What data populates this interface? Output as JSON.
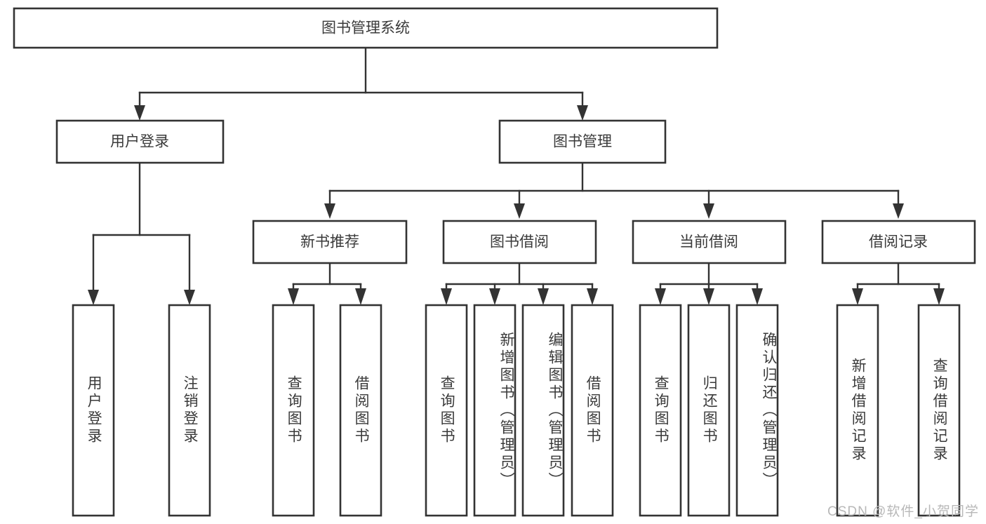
{
  "diagram": {
    "type": "tree-hierarchy",
    "title": "图书管理系统",
    "colors": {
      "box_stroke": "#333333",
      "box_fill": "#ffffff",
      "text": "#3a3a3a",
      "background": "#ffffff",
      "watermark": "#b8b8b8"
    },
    "root": {
      "label": "图书管理系统"
    },
    "level2": [
      {
        "label": "用户登录"
      },
      {
        "label": "图书管理"
      }
    ],
    "level3": [
      {
        "label": "新书推荐"
      },
      {
        "label": "图书借阅"
      },
      {
        "label": "当前借阅"
      },
      {
        "label": "借阅记录"
      }
    ],
    "leaves": {
      "user_login": [
        {
          "label": "用户登录"
        },
        {
          "label": "注销登录"
        }
      ],
      "new_book_recommend": [
        {
          "label": "查询图书"
        },
        {
          "label": "借阅图书"
        }
      ],
      "book_borrow": [
        {
          "label": "查询图书"
        },
        {
          "label": "新增图书（管理员）"
        },
        {
          "label": "编辑图书（管理员）"
        },
        {
          "label": "借阅图书"
        }
      ],
      "current_borrow": [
        {
          "label": "查询图书"
        },
        {
          "label": "归还图书"
        },
        {
          "label": "确认归还（管理员）"
        }
      ],
      "borrow_record": [
        {
          "label": "新增借阅记录"
        },
        {
          "label": "查询借阅记录"
        }
      ]
    },
    "watermark": "CSDN @软件_小贺同学"
  }
}
